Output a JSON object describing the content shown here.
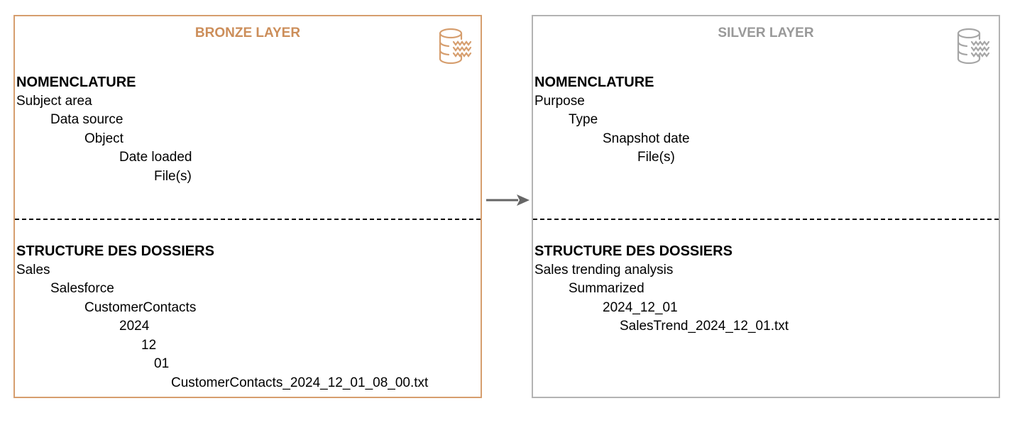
{
  "bronze": {
    "title": "BRONZE LAYER",
    "color": "#D69E6E",
    "icon": "database-stream-icon",
    "nomenclature": {
      "title": "NOMENCLATURE",
      "items": [
        {
          "label": "Subject area",
          "indent": 0
        },
        {
          "label": "Data source",
          "indent": 48
        },
        {
          "label": "Object",
          "indent": 96
        },
        {
          "label": "Date loaded",
          "indent": 145
        },
        {
          "label": "File(s)",
          "indent": 194
        }
      ]
    },
    "structure": {
      "title": "STRUCTURE DES DOSSIERS",
      "items": [
        {
          "label": "Sales",
          "indent": 0
        },
        {
          "label": "Salesforce",
          "indent": 48
        },
        {
          "label": "CustomerContacts",
          "indent": 96
        },
        {
          "label": "2024",
          "indent": 145
        },
        {
          "label": "12",
          "indent": 176
        },
        {
          "label": "01",
          "indent": 194
        },
        {
          "label": "CustomerContacts_2024_12_01_08_00.txt",
          "indent": 218
        }
      ]
    }
  },
  "silver": {
    "title": "SILVER LAYER",
    "color": "#B3B3B3",
    "icon": "database-stream-icon",
    "nomenclature": {
      "title": "NOMENCLATURE",
      "items": [
        {
          "label": "Purpose",
          "indent": 0
        },
        {
          "label": "Type",
          "indent": 48
        },
        {
          "label": "Snapshot date",
          "indent": 96
        },
        {
          "label": "File(s)",
          "indent": 145
        }
      ]
    },
    "structure": {
      "title": "STRUCTURE DES DOSSIERS",
      "items": [
        {
          "label": "Sales trending analysis",
          "indent": 0
        },
        {
          "label": "Summarized",
          "indent": 48
        },
        {
          "label": "2024_12_01",
          "indent": 96
        },
        {
          "label": "SalesTrend_2024_12_01.txt",
          "indent": 120
        }
      ]
    }
  },
  "connector": {
    "from": "bronze",
    "to": "silver",
    "color": "#666666"
  }
}
